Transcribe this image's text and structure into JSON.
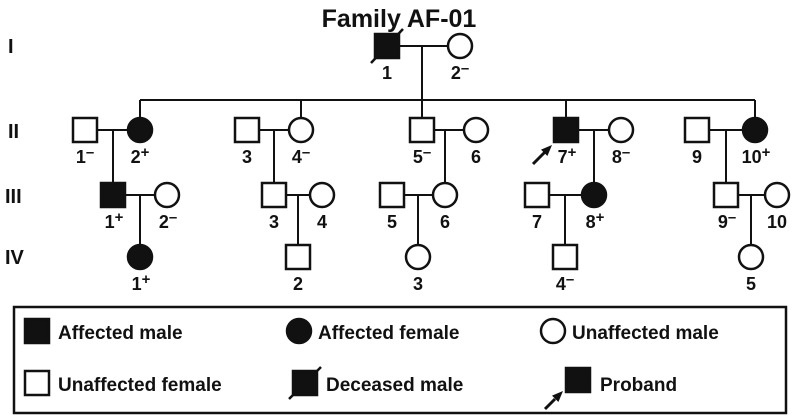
{
  "title": "Family AF-01",
  "gen_labels": [
    "I",
    "II",
    "III",
    "IV"
  ],
  "individuals": {
    "I1": {
      "n": "1",
      "s": "",
      "shape": "square",
      "filled": true,
      "deceased": true
    },
    "I2": {
      "n": "2",
      "s": "–",
      "shape": "circle",
      "filled": false
    },
    "II1": {
      "n": "1",
      "s": "–",
      "shape": "square",
      "filled": false
    },
    "II2": {
      "n": "2",
      "s": "+",
      "shape": "circle",
      "filled": true
    },
    "II3": {
      "n": "3",
      "s": "",
      "shape": "square",
      "filled": false
    },
    "II4": {
      "n": "4",
      "s": "–",
      "shape": "circle",
      "filled": false
    },
    "II5": {
      "n": "5",
      "s": "–",
      "shape": "square",
      "filled": false
    },
    "II6": {
      "n": "6",
      "s": "",
      "shape": "circle",
      "filled": false
    },
    "II7": {
      "n": "7",
      "s": "+",
      "shape": "square",
      "filled": true,
      "proband": true
    },
    "II8": {
      "n": "8",
      "s": "–",
      "shape": "circle",
      "filled": false
    },
    "II9": {
      "n": "9",
      "s": "",
      "shape": "square",
      "filled": false
    },
    "II10": {
      "n": "10",
      "s": "+",
      "shape": "circle",
      "filled": true
    },
    "III1": {
      "n": "1",
      "s": "+",
      "shape": "square",
      "filled": true
    },
    "III2": {
      "n": "2",
      "s": "–",
      "shape": "circle",
      "filled": false
    },
    "III3": {
      "n": "3",
      "s": "",
      "shape": "square",
      "filled": false
    },
    "III4": {
      "n": "4",
      "s": "",
      "shape": "circle",
      "filled": false
    },
    "III5": {
      "n": "5",
      "s": "",
      "shape": "square",
      "filled": false
    },
    "III6": {
      "n": "6",
      "s": "",
      "shape": "circle",
      "filled": false
    },
    "III7": {
      "n": "7",
      "s": "",
      "shape": "square",
      "filled": false
    },
    "III8": {
      "n": "8",
      "s": "+",
      "shape": "circle",
      "filled": true
    },
    "III9": {
      "n": "9",
      "s": "–",
      "shape": "square",
      "filled": false
    },
    "III10": {
      "n": "10",
      "s": "",
      "shape": "circle",
      "filled": false
    },
    "IV1": {
      "n": "1",
      "s": "+",
      "shape": "circle",
      "filled": true
    },
    "IV2": {
      "n": "2",
      "s": "",
      "shape": "square",
      "filled": false
    },
    "IV3": {
      "n": "3",
      "s": "",
      "shape": "circle",
      "filled": false
    },
    "IV4": {
      "n": "4",
      "s": "–",
      "shape": "square",
      "filled": false
    },
    "IV5": {
      "n": "5",
      "s": "",
      "shape": "circle",
      "filled": false
    }
  },
  "legend": {
    "affected_male": "Affected male",
    "affected_female": "Affected female",
    "unaffected_male": "Unaffected male",
    "unaffected_female": "Unaffected female",
    "deceased_male": "Deceased male",
    "proband": "Proband"
  },
  "colors": {
    "symbol_fill": "#111111",
    "line": "#111111",
    "background": "#ffffff"
  }
}
